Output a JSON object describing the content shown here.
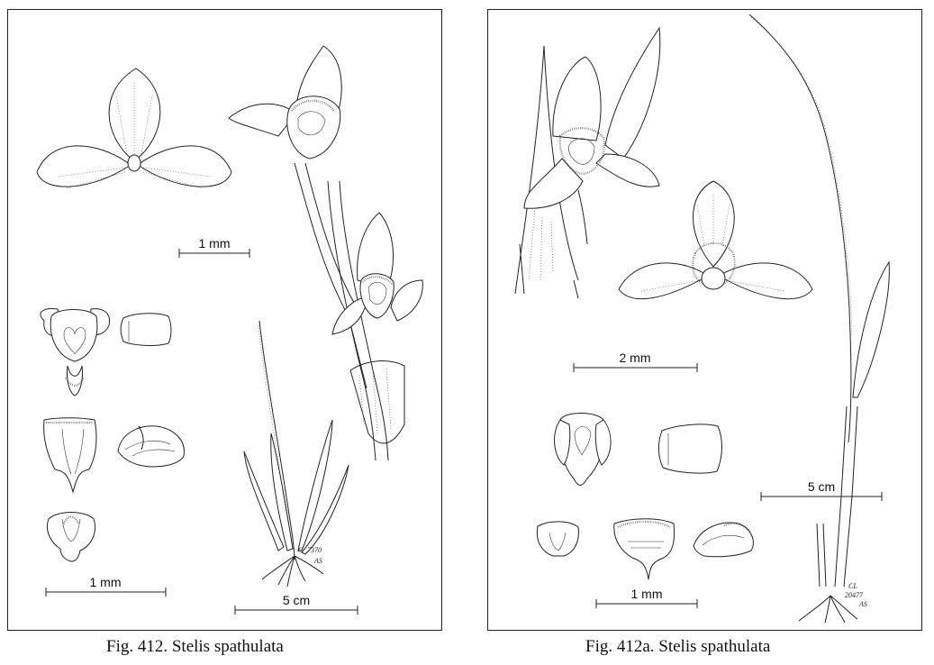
{
  "plates": [
    {
      "id": "left",
      "caption": "Fig. 412.   Stelis spathulata",
      "scale_bars": [
        {
          "label": "1 mm"
        },
        {
          "label": "1 mm"
        },
        {
          "label": "5 cm"
        }
      ],
      "artist_initials": [
        "C",
        "7370",
        "AS"
      ]
    },
    {
      "id": "right",
      "caption": "Fig. 412a.   Stelis spathulata",
      "scale_bars": [
        {
          "label": "2 mm"
        },
        {
          "label": "5 cm"
        },
        {
          "label": "1 mm"
        }
      ],
      "artist_initials": [
        "CL",
        "20477",
        "AS"
      ]
    }
  ]
}
